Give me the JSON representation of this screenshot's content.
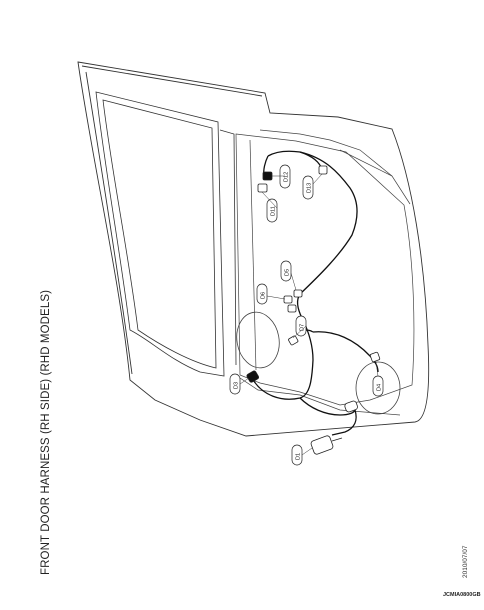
{
  "title": "FRONT DOOR HARNESS (RH SIDE) (RHD MODELS)",
  "date_stamp": "2010/07/07",
  "figure_code": "JCMIA0800GB",
  "connectors": {
    "d1": "D1",
    "d3": "D3",
    "d4": "D4",
    "d5": "D5",
    "d6": "D6",
    "d7": "D7",
    "d11": "D11",
    "d12": "D12",
    "d13": "D13"
  }
}
